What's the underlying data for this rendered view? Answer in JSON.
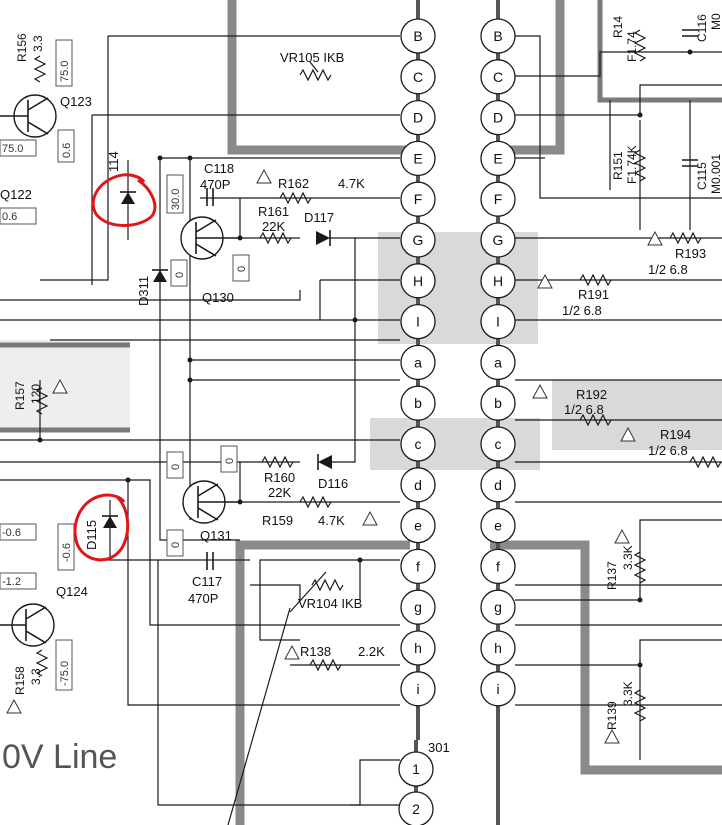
{
  "connector_pins": {
    "left": [
      "B",
      "C",
      "D",
      "E",
      "F",
      "G",
      "H",
      "I",
      "a",
      "b",
      "c",
      "d",
      "e",
      "f",
      "g",
      "h",
      "i"
    ],
    "right": [
      "B",
      "C",
      "D",
      "E",
      "F",
      "G",
      "H",
      "I",
      "a",
      "b",
      "c",
      "d",
      "e",
      "f",
      "g",
      "h",
      "i"
    ],
    "bottom_header": "301",
    "bottom": [
      "1",
      "2"
    ]
  },
  "components": {
    "vr105": "VR105  IKB",
    "vr104": "VR104  IKB",
    "r156": "R156",
    "r156_val": "3.3",
    "r157": "R157",
    "r157_val": "120",
    "r158": "R158",
    "r158_val": "3.3",
    "r162": "R162",
    "r162_val": "4.7K",
    "r161": "R161",
    "r161_val": "22K",
    "r160": "R160",
    "r160_val": "22K",
    "r159": "R159",
    "r159_val": "4.7K",
    "r138": "R138",
    "r138_val": "2.2K",
    "r193": "R193",
    "r193_val": "1/2   6.8",
    "r191": "R191",
    "r191_val": "1/2   6.8",
    "r192": "R192",
    "r192_val": "1/2   6.8",
    "r194": "R194",
    "r194_val": "1/2   6.8",
    "r137": "R137",
    "r137_val": "3.3K",
    "r139": "R139",
    "r139_val": "3.3K",
    "r151": "R151",
    "r151_val": "F1.74K",
    "r14x": "R14",
    "r14x_val": "F1.74",
    "c118": "C118",
    "c118_val": "470P",
    "c117": "C117",
    "c117_val": "470P",
    "c115": "C115",
    "c115_val": "M0.001",
    "c116": "C116",
    "c116_val": "M0",
    "d114": "114",
    "d311": "D311",
    "d117": "D117",
    "d116": "D116",
    "d115": "D115",
    "q123": "Q123",
    "q122": "Q122",
    "q130": "Q130",
    "q131": "Q131",
    "q124": "Q124"
  },
  "voltage_boxes": {
    "v75_top": "75.0",
    "v75_left": "75.0",
    "v06_mid": "0.6",
    "v06_left": "0.6",
    "v30": "30.0",
    "v0_a": "0",
    "v0_b": "0",
    "v0_c": "0",
    "v0_d": "0",
    "v0_e": "0",
    "vn06_left": "-0.6",
    "vn06_d115": "-0.6",
    "vn12": "-1.2",
    "vn75": "-75.0"
  },
  "line_label": "0V Line",
  "colors": {
    "ink": "#1a1a1a",
    "annotation": "#e0161b",
    "bus": "#8a8a8a"
  }
}
